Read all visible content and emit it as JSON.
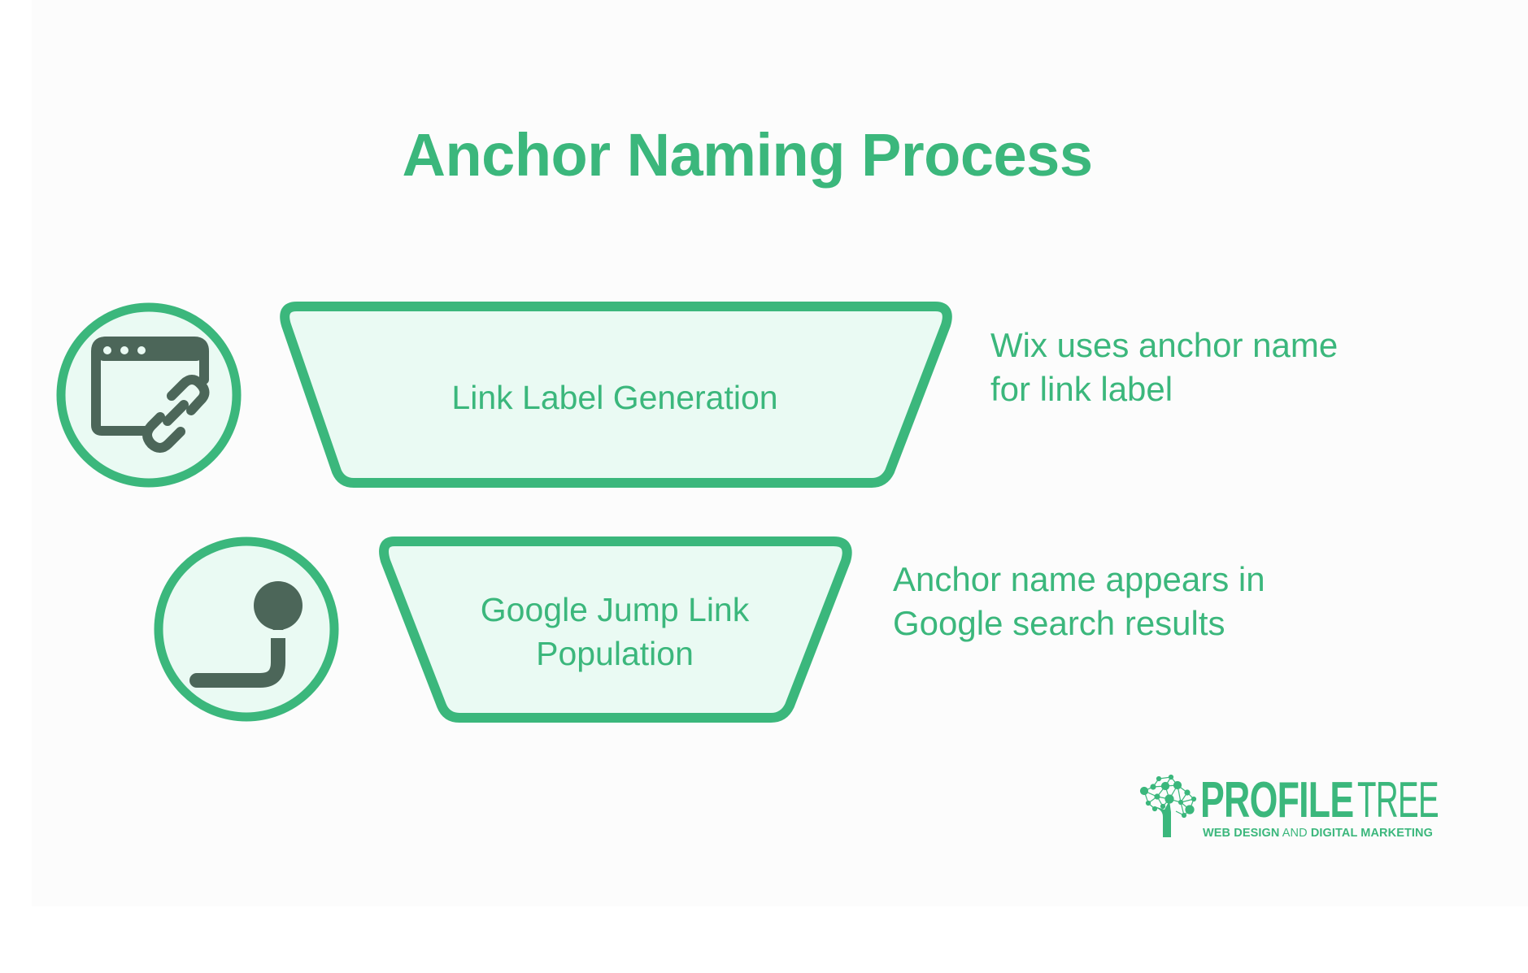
{
  "title": "Anchor Naming Process",
  "colors": {
    "accent": "#3bb77c",
    "shape_fill": "#eafaf3",
    "icon_dark": "#4c6659",
    "panel_bg": "#fcfcfc",
    "page_bg": "#ffffff"
  },
  "stages": [
    {
      "label": "Link Label Generation",
      "icon": "browser-link-icon",
      "description": "Wix uses anchor name\nfor link label"
    },
    {
      "label": "Google Jump Link\nPopulation",
      "icon": "jump-link-icon",
      "description": "Anchor name appears in\nGoogle search results"
    }
  ],
  "logo": {
    "brand_bold": "PROFILE",
    "brand_light": "TREE",
    "tagline_part1": "WEB DESIGN",
    "tagline_part2": " AND ",
    "tagline_part3": "DIGITAL MARKETING",
    "icon": "tree-network-icon"
  }
}
